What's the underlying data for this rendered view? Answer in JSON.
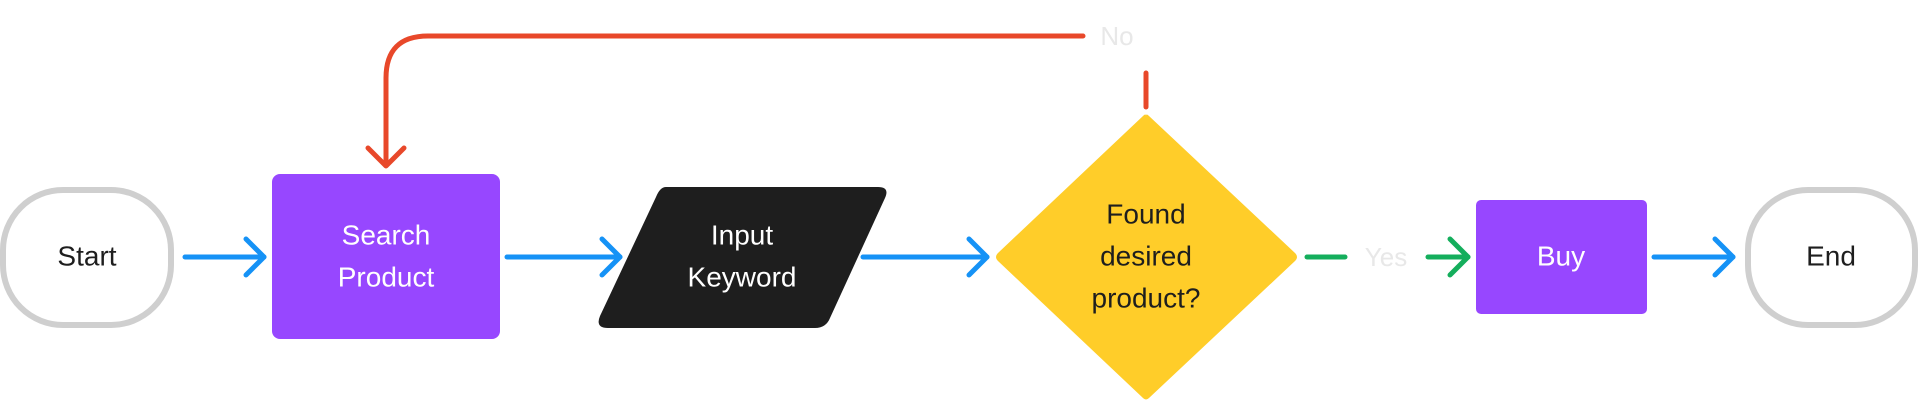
{
  "colors": {
    "terminal_stroke": "#cfcfcf",
    "process_fill": "#9747ff",
    "input_fill": "#1e1e1e",
    "decision_fill": "#ffcd29",
    "flow_arrow": "#1592f6",
    "no_arrow": "#e8482a",
    "yes_arrow": "#14ae5c",
    "dark_text": "#1e1e1e",
    "light_text": "#ffffff",
    "edge_label_text": "#e8e8e8"
  },
  "nodes": {
    "start": {
      "label": "Start"
    },
    "search": {
      "label_line1": "Search",
      "label_line2": "Product"
    },
    "input": {
      "label_line1": "Input",
      "label_line2": "Keyword"
    },
    "decision": {
      "label_line1": "Found",
      "label_line2": "desired",
      "label_line3": "product?"
    },
    "buy": {
      "label": "Buy"
    },
    "end": {
      "label": "End"
    }
  },
  "edges": {
    "no_label": "No",
    "yes_label": "Yes"
  }
}
